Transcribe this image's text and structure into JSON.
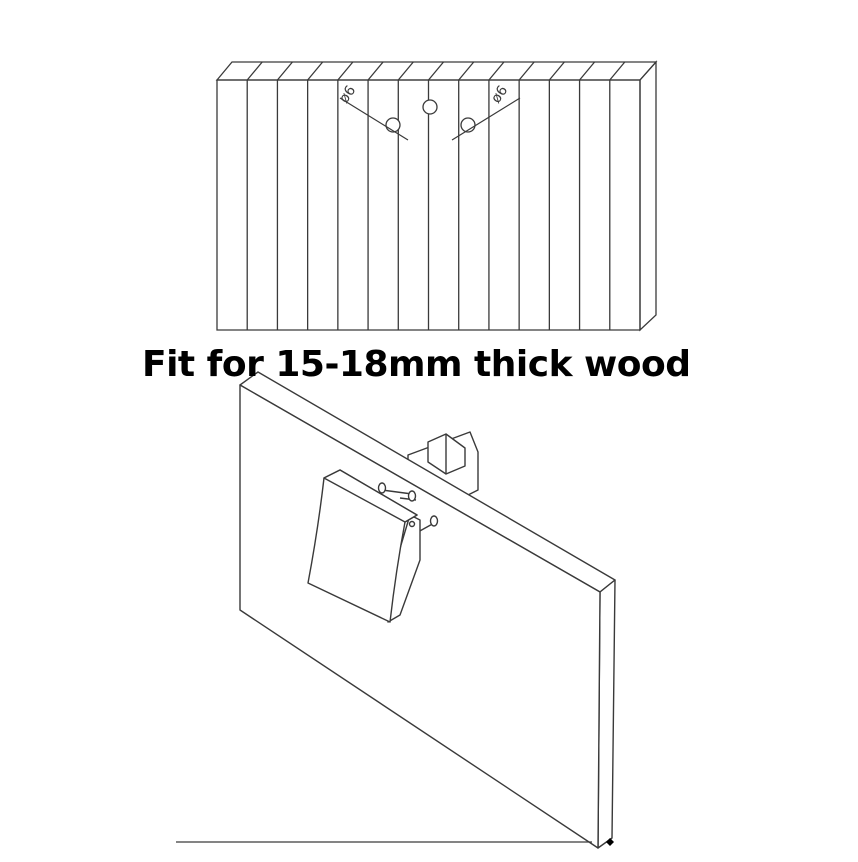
{
  "headline": "Fit for 15-18mm thick wood",
  "dimension_labels": [
    "ø6",
    "ø6"
  ],
  "colors": {
    "line": "#3a3a3a",
    "background": "#ffffff",
    "text": "#000000"
  },
  "panel_slats": 14
}
